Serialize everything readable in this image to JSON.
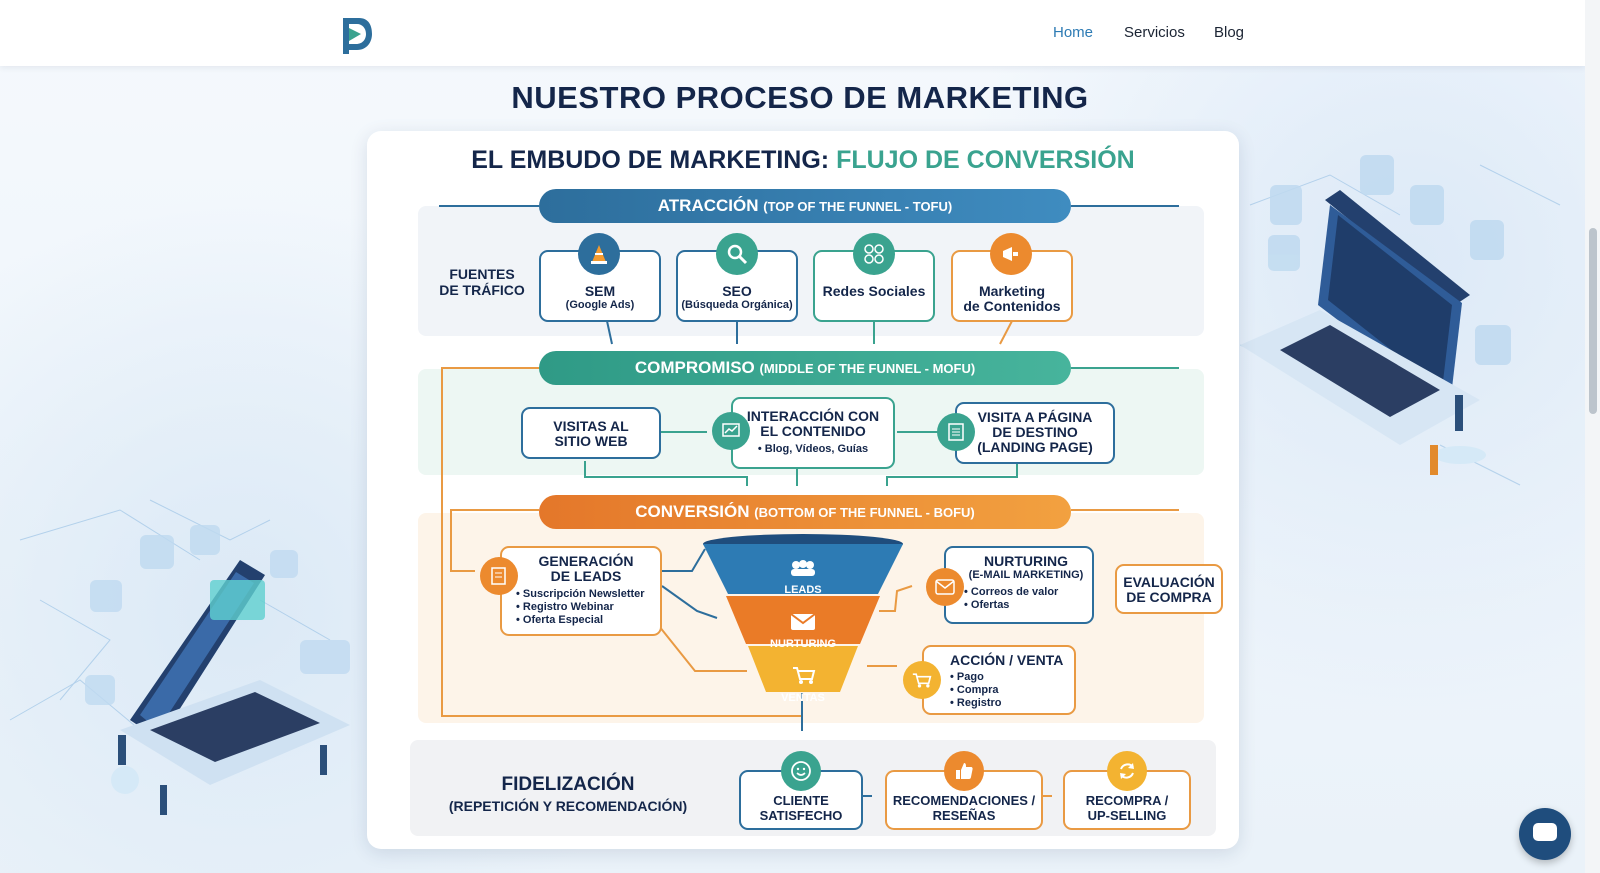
{
  "nav": {
    "home": "Home",
    "services": "Servicios",
    "blog": "Blog"
  },
  "page_title": "NUESTRO PROCESO DE MARKETING",
  "diagram": {
    "title_main": "EL EMBUDO DE MARKETING: ",
    "title_accent": "FLUJO DE CONVERSIÓN",
    "stage1": {
      "name": "ATRACCIÓN",
      "sub": "(TOP OF THE FUNNEL - TOFU)"
    },
    "stage2": {
      "name": "COMPROMISO",
      "sub": "(MIDDLE OF THE FUNNEL - MOFU)"
    },
    "stage3": {
      "name": "CONVERSIÓN",
      "sub": "(BOTTOM OF THE FUNNEL - BOFU)"
    },
    "traffic_label_1": "FUENTES",
    "traffic_label_2": "DE TRÁFICO",
    "sources": [
      {
        "title": "SEM",
        "sub": "(Google Ads)"
      },
      {
        "title": "SEO",
        "sub": "(Búsqueda Orgánica)"
      },
      {
        "title": "Redes Sociales",
        "sub": ""
      },
      {
        "title": "Marketing",
        "sub": "de Contenidos"
      }
    ],
    "visits_1": "VISITAS AL",
    "visits_2": "SITIO WEB",
    "interaction_1": "INTERACCIÓN CON",
    "interaction_2": "EL CONTENIDO",
    "interaction_sub": "• Blog, Vídeos, Guías",
    "landing_1": "VISITA A PÁGINA",
    "landing_2": "DE DESTINO",
    "landing_3": "(LANDING PAGE)",
    "leads_gen_1": "GENERACIÓN",
    "leads_gen_2": "DE LEADS",
    "leads_items": [
      "• Suscripción Newsletter",
      "• Registro Webinar",
      "• Oferta Especial"
    ],
    "funnel": {
      "leads": "LEADS",
      "nurturing": "NURTURING",
      "sales": "VENTAS"
    },
    "nurturing_1": "NURTURING",
    "nurturing_2": "(E-MAIL MARKETING)",
    "nurturing_items": [
      "• Correos de valor",
      "• Ofertas"
    ],
    "evaluation_1": "EVALUACIÓN",
    "evaluation_2": "DE COMPRA",
    "action_title": "ACCIÓN / VENTA",
    "action_items": [
      "• Pago",
      "• Compra",
      "• Registro"
    ],
    "loyalty_1": "FIDELIZACIÓN",
    "loyalty_2": "(REPETICIÓN Y RECOMENDACIÓN)",
    "client_1": "CLIENTE",
    "client_2": "SATISFECHO",
    "reviews_1": "RECOMENDACIONES /",
    "reviews_2": "RESEÑAS",
    "rebuy_1": "RECOMPRA /",
    "rebuy_2": "UP-SELLING"
  },
  "colors": {
    "navy": "#14264a",
    "blue": "#2d6e9c",
    "teal": "#3aa38f",
    "orange": "#ec8a2e",
    "link": "#2d7bb4"
  },
  "icons": [
    "brand-logo",
    "cone-icon",
    "magnifier-icon",
    "social-grid-icon",
    "megaphone-icon",
    "chart-icon",
    "document-icon",
    "form-icon",
    "people-icon",
    "envelope-icon",
    "cart-icon",
    "smiley-icon",
    "thumbs-up-icon",
    "refresh-icon",
    "chat-icon"
  ]
}
